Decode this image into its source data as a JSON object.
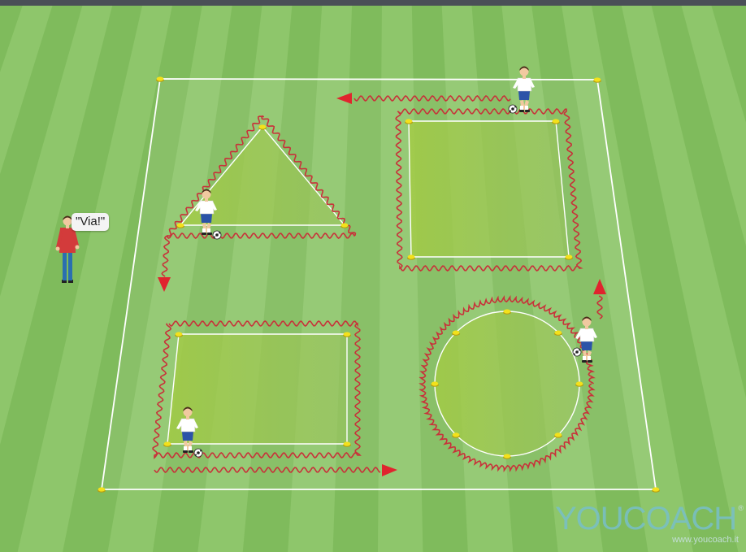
{
  "diagram": {
    "coach_callout": "\"Via!\"",
    "brand": {
      "name": "YOUCOACH",
      "url": "www.youcoach.it",
      "registered": "®"
    },
    "colors": {
      "grass_light": "#8dc56a",
      "grass_dark": "#6aab48",
      "boundary_line": "#ffffff",
      "cone": "#f3e11b",
      "dribble_path": "#c8323a",
      "arrow": "#e0242e",
      "zone_fill": "#a6c94a"
    },
    "shapes": [
      "triangle",
      "square",
      "rectangle",
      "circle"
    ],
    "icons": [
      "coach-icon",
      "player-icon",
      "ball-icon",
      "cone-icon",
      "direction-arrow-icon"
    ]
  }
}
